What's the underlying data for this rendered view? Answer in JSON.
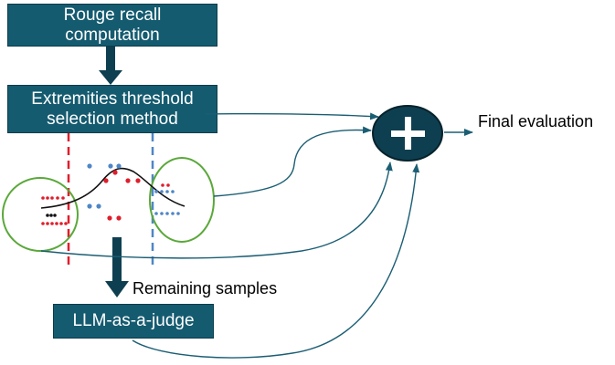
{
  "boxes": {
    "rouge": "Rouge recall\ncomputation",
    "extremities": "Extremities threshold\nselection method",
    "llm": "LLM-as-a-judge"
  },
  "labels": {
    "final": "Final evaluation",
    "remaining": "Remaining samples"
  },
  "plus_symbol": "+",
  "colors": {
    "box_fill": "#155b70",
    "plus_fill": "#0e3f50",
    "connector": "#1b5e74",
    "red": "#e01e2b",
    "blue": "#4f86c6",
    "green_circle": "#5aa83a"
  },
  "icons": [
    "down-arrow-icon",
    "plus-icon",
    "normal-curve-icon"
  ]
}
